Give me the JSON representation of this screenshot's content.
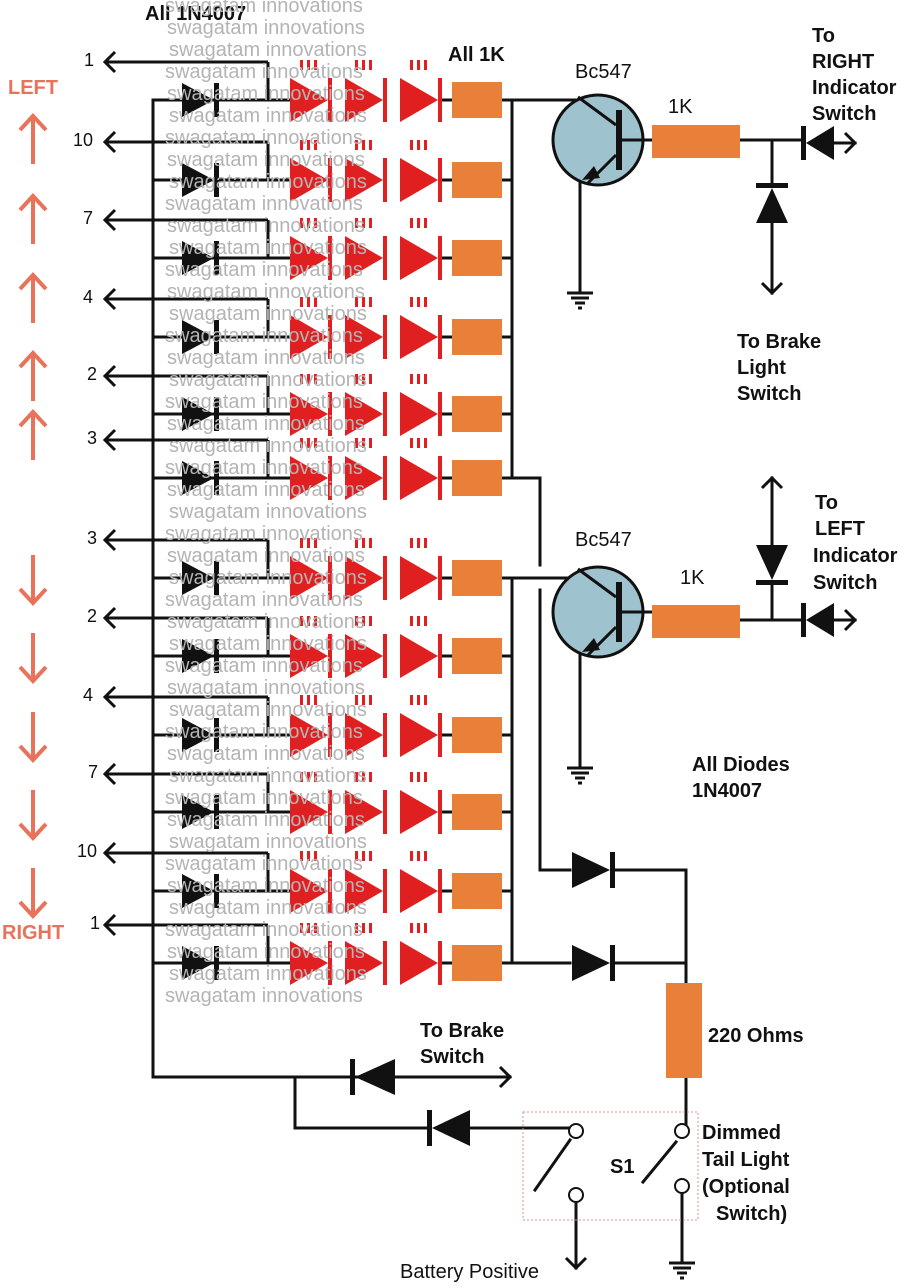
{
  "labels": {
    "all_1n4007": "All 1N4007",
    "all_1k": "All 1K",
    "bc547_top": "Bc547",
    "bc547_bottom": "Bc547",
    "res_1k_top": "1K",
    "res_1k_bottom": "1K",
    "to_right_1": "To",
    "to_right_2": "RIGHT",
    "to_right_3": "Indicator",
    "to_right_4": "Switch",
    "brake_light_1": "To Brake",
    "brake_light_2": "Light",
    "brake_light_3": "Switch",
    "to_left_1": "To",
    "to_left_2": "LEFT",
    "to_left_3": "Indicator",
    "to_left_4": "Switch",
    "all_diodes_1": "All Diodes",
    "all_diodes_2": "1N4007",
    "res_220": "220 Ohms",
    "brake_switch_1": "To Brake",
    "brake_switch_2": "Switch",
    "s1": "S1",
    "dimmed_1": "Dimmed",
    "dimmed_2": "Tail Light",
    "dimmed_3": "(Optional",
    "dimmed_4": "Switch)",
    "battery": "Battery Positive",
    "left": "LEFT",
    "right": "RIGHT",
    "watermark": "swagatam innovations"
  },
  "row_numbers": [
    "1",
    "10",
    "7",
    "4",
    "2",
    "3",
    "3",
    "2",
    "4",
    "7",
    "10",
    "1"
  ],
  "colors": {
    "wire": "#111111",
    "led": "#e02020",
    "resistor": "#e8803a",
    "transistor": "#9fc2cf",
    "direction_arrow": "#e8735a",
    "watermark": "#b4b4b4"
  }
}
